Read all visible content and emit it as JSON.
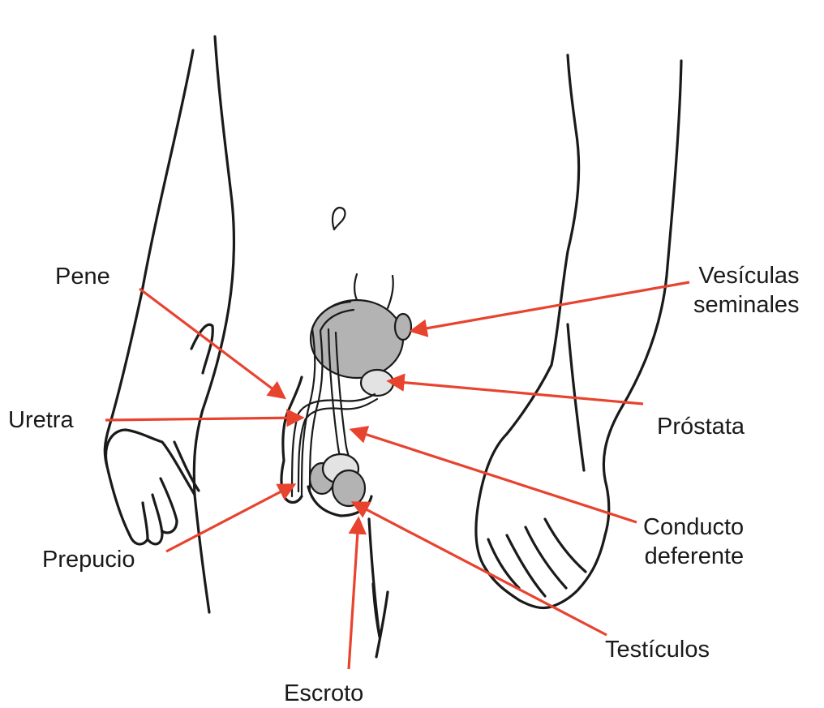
{
  "colors": {
    "outline": "#1a1a1a",
    "arrow": "#e8432f",
    "organ_dark": "#b3b3b3",
    "organ_light": "#e3e3e3",
    "background": "#ffffff"
  },
  "labels": {
    "pene": "Pene",
    "uretra": "Uretra",
    "prepucio": "Prepucio",
    "escroto": "Escroto",
    "vesiculas_line1": "Vesículas",
    "vesiculas_line2": "seminales",
    "prostata": "Próstata",
    "conducto_line1": "Conducto",
    "conducto_line2": "deferente",
    "testiculos": "Testículos"
  }
}
